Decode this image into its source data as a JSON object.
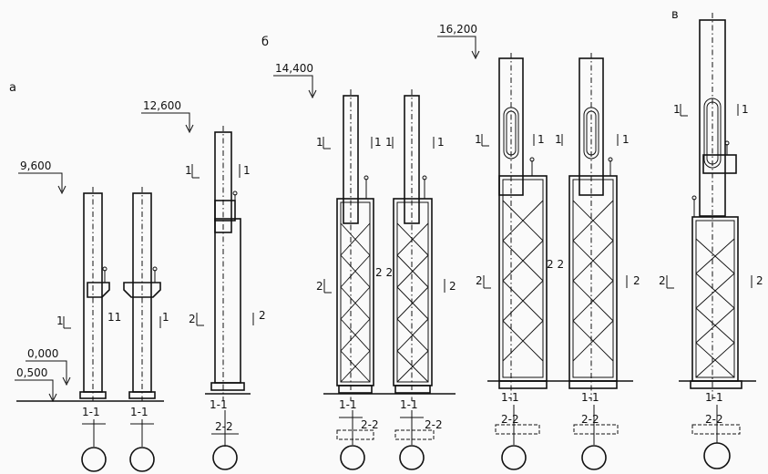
{
  "panel_labels": {
    "a": "а",
    "b": "б",
    "c": "в"
  },
  "elevations": {
    "e9600": "9,600",
    "e12600": "12,600",
    "e14400": "14,400",
    "e16200": "16,200",
    "e0000": "0,000",
    "e0500": "0,500"
  },
  "marks": {
    "s1": "1",
    "s2": "2",
    "s22": "2 2",
    "s11": "11",
    "sec11": "1-1",
    "sec22": "2-2"
  }
}
